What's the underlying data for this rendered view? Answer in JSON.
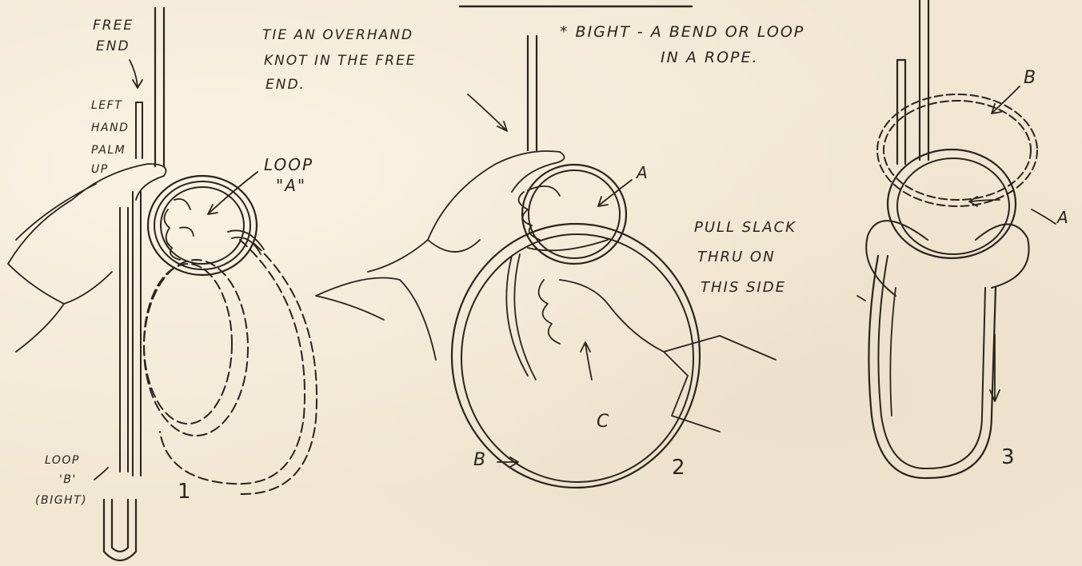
{
  "labels": {
    "free_end": "FREE",
    "free_end_2": "END",
    "left_hand": "LEFT",
    "left_hand_2": "HAND",
    "left_hand_3": "PALM",
    "left_hand_4": "UP",
    "loop_a_1": "LOOP",
    "loop_a_2": "\"A\"",
    "loop_b_1": "LOOP",
    "loop_b_2": "'B'",
    "loop_b_3": "(BIGHT)",
    "fig1": "1",
    "tie_1": "TIE AN OVERHAND",
    "tie_2": "KNOT IN THE FREE",
    "tie_3": "END.",
    "bight_1": "* BIGHT - A BEND OR LOOP",
    "bight_2": "IN A ROPE.",
    "fig2_a": "A",
    "fig2_b": "B",
    "fig2_c": "C",
    "fig2": "2",
    "pull_1": "PULL SLACK",
    "pull_2": "THRU ON",
    "pull_3": "THIS SIDE",
    "fig3_b": "B",
    "fig3_a": "A",
    "fig3": "3"
  },
  "colors": {
    "ink": "#2b241c",
    "paper": "#f1e7d3"
  }
}
